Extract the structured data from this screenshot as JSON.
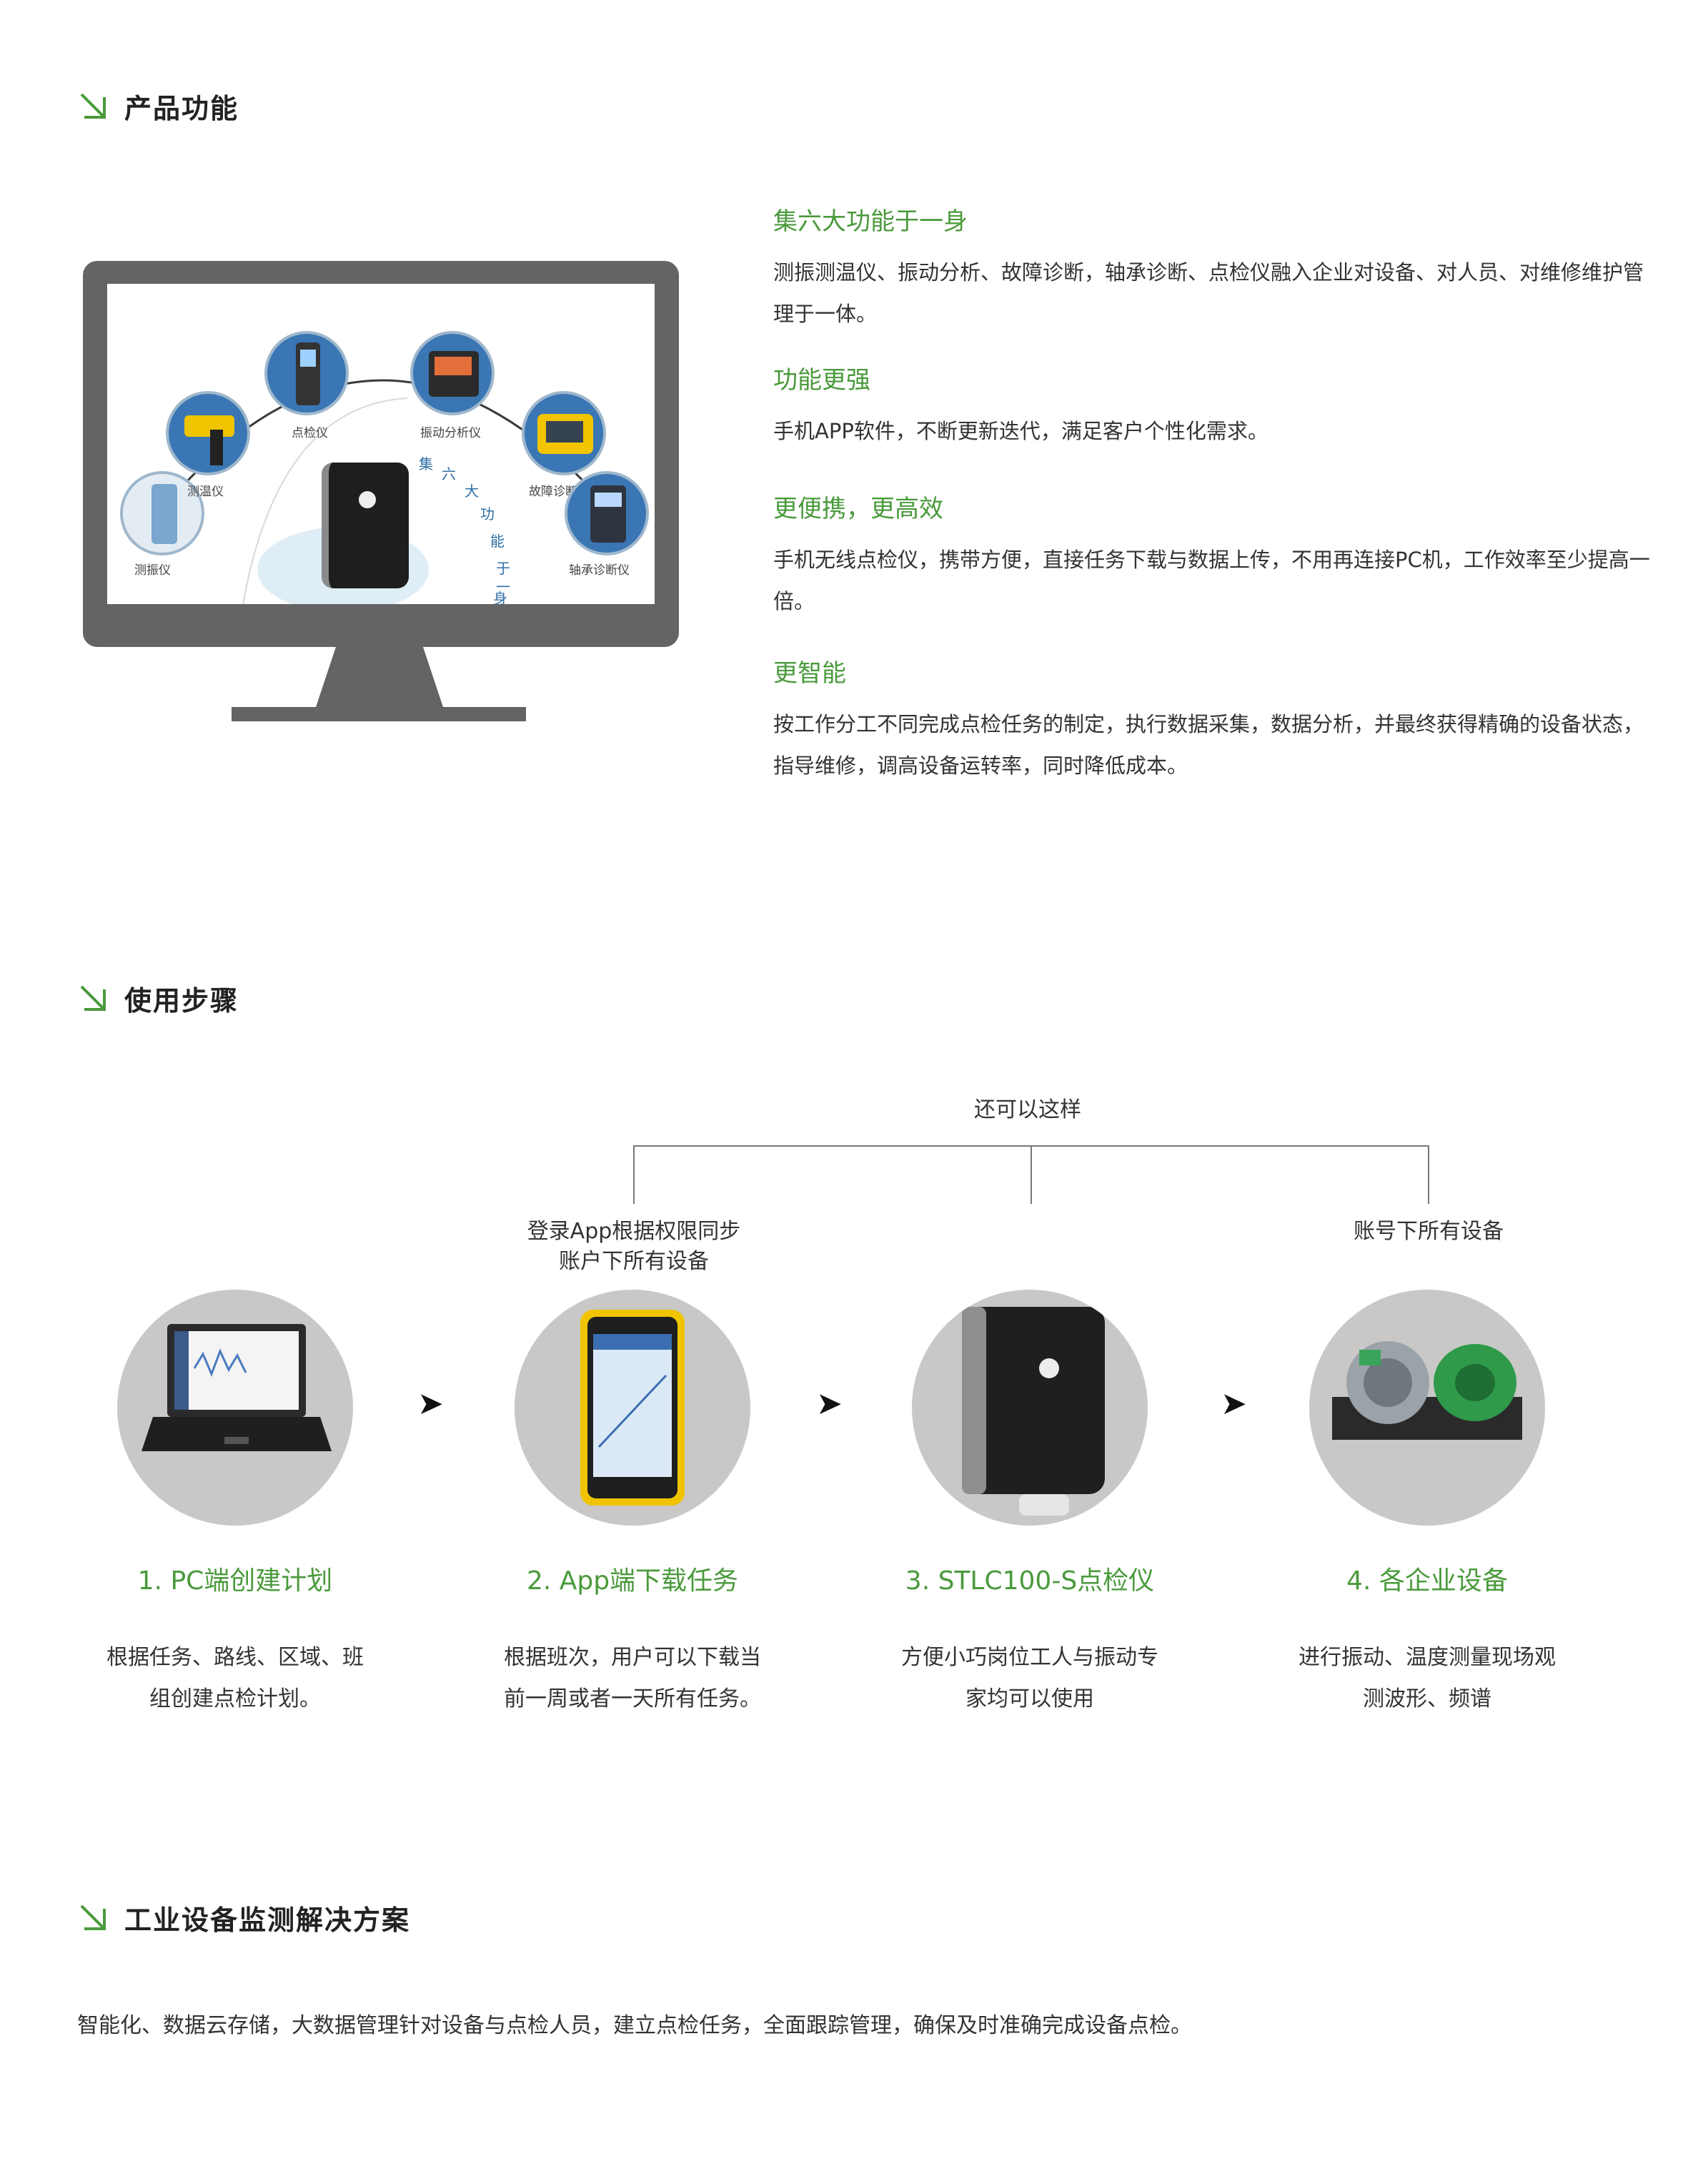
{
  "sections": {
    "functions_title": "产品功能",
    "steps_title": "使用步骤",
    "solution_title": "工业设备监测解决方案"
  },
  "features": [
    {
      "title": "集六大功能于一身",
      "desc": "测振测温仪、振动分析、故障诊断，轴承诊断、点检仪融入企业对设备、对人员、对维修维护管理于一体。"
    },
    {
      "title": "功能更强",
      "desc": "手机APP软件，不断更新迭代，满足客户个性化需求。"
    },
    {
      "title": "更便携，更高效",
      "desc": "手机无线点检仪，携带方便，直接任务下载与数据上传，不用再连接PC机，工作效率至少提高一倍。"
    },
    {
      "title": "更智能",
      "desc": "按工作分工不同完成点检任务的制定，执行数据采集，数据分析，并最终获得精确的设备状态，指导维修，调高设备运转率，同时降低成本。"
    }
  ],
  "monitor_screen": {
    "devices": [
      "测振仪",
      "测温仪",
      "点检仪",
      "振动分析仪",
      "故障诊断仪",
      "轴承诊断仪"
    ],
    "arc_chars": [
      "集",
      "六",
      "大",
      "功",
      "能",
      "于",
      "一",
      "身"
    ]
  },
  "steps": {
    "top_note": "还可以这样",
    "note_left_line1": "登录App根据权限同步",
    "note_left_line2": "账户下所有设备",
    "note_right": "账号下所有设备",
    "arrow_glyph": "➤",
    "items": [
      {
        "title": "1. PC端创建计划",
        "desc1": "根据任务、路线、区域、班",
        "desc2": "组创建点检计划。"
      },
      {
        "title": "2. App端下载任务",
        "desc1": "根据班次，用户可以下载当",
        "desc2": "前一周或者一天所有任务。"
      },
      {
        "title": "3. STLC100-S点检仪",
        "desc1": "方便小巧岗位工人与振动专",
        "desc2": "家均可以使用"
      },
      {
        "title": "4. 各企业设备",
        "desc1": "进行振动、温度测量现场观",
        "desc2": "测波形、频谱"
      }
    ]
  },
  "solution_text": "智能化、数据云存储，大数据管理针对设备与点检人员，建立点检任务，全面跟踪管理，确保及时准确完成设备点检。",
  "colors": {
    "accent": "#4a9a3c",
    "monitor": "#646464",
    "circle_bg": "#c9c8c7"
  }
}
